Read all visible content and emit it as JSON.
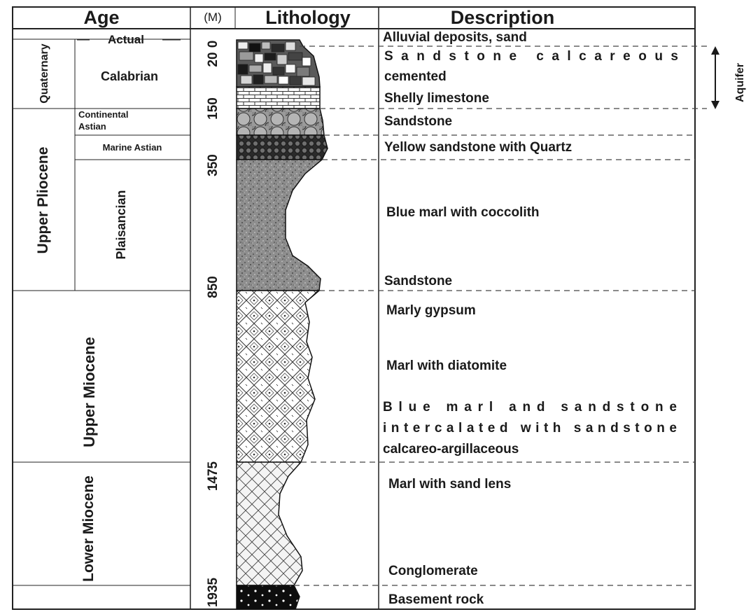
{
  "headers": {
    "age": "Age",
    "depth_unit": "(M)",
    "lithology": "Lithology",
    "description": "Description"
  },
  "eras": [
    {
      "id": "quaternary",
      "label": "Quaternary"
    },
    {
      "id": "upper-pliocene",
      "label": "Upper Pliocene"
    },
    {
      "id": "upper-miocene",
      "label": "Upper Miocene"
    },
    {
      "id": "lower-miocene",
      "label": "Lower Miocene"
    }
  ],
  "stages": [
    {
      "id": "actual",
      "label": "Actual"
    },
    {
      "id": "calabrian",
      "label": "Calabrian"
    },
    {
      "id": "continental-astian",
      "label": "Continental Astian"
    },
    {
      "id": "marine-astian",
      "label": "Marine Astian"
    },
    {
      "id": "plaisancian",
      "label": "Plaisancian"
    }
  ],
  "depths": [
    {
      "id": "d0",
      "label": "0"
    },
    {
      "id": "d20",
      "label": "20"
    },
    {
      "id": "d150",
      "label": "150"
    },
    {
      "id": "d350",
      "label": "350"
    },
    {
      "id": "d850",
      "label": "850"
    },
    {
      "id": "d1475",
      "label": "1475"
    },
    {
      "id": "d1935",
      "label": "1935"
    }
  ],
  "descriptions": [
    {
      "id": "alluvial",
      "text": "Alluvial deposits, sand"
    },
    {
      "id": "sandstone-calcareous-1",
      "text": "Sandstone calcareous"
    },
    {
      "id": "sandstone-calcareous-2",
      "text": "cemented"
    },
    {
      "id": "shelly-limestone",
      "text": "Shelly limestone"
    },
    {
      "id": "sandstone-a",
      "text": "Sandstone"
    },
    {
      "id": "yellow-sandstone",
      "text": "Yellow sandstone with Quartz"
    },
    {
      "id": "blue-marl-coccolith",
      "text": "Blue marl with coccolith"
    },
    {
      "id": "sandstone-b",
      "text": "Sandstone"
    },
    {
      "id": "marly-gypsum",
      "text": "Marly gypsum"
    },
    {
      "id": "marl-diatomite",
      "text": "Marl with diatomite"
    },
    {
      "id": "blue-marl-1",
      "text": "Blue marl and sandstone"
    },
    {
      "id": "blue-marl-2",
      "text": "intercalated with sandstone"
    },
    {
      "id": "blue-marl-3",
      "text": "calcareo-argillaceous"
    },
    {
      "id": "marl-sand-lens",
      "text": "Marl with sand lens"
    },
    {
      "id": "conglomerate",
      "text": "Conglomerate"
    },
    {
      "id": "basement",
      "text": "Basement rock"
    }
  ],
  "aquifer_label": "Aquifer"
}
